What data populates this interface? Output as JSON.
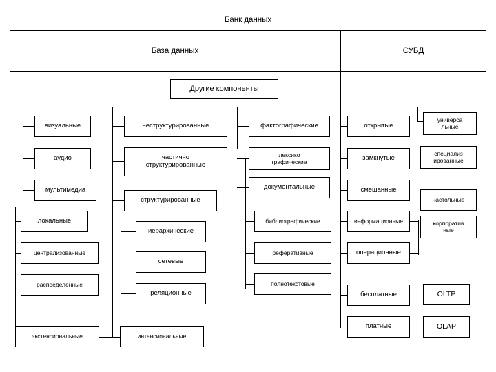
{
  "diagram": {
    "title": "Банк данных",
    "branches": {
      "database": "База данных",
      "dbms": "СУБД"
    },
    "other_components": "Другие компоненты",
    "nodes": {
      "visual": "визуальные",
      "audio": "аудио",
      "multimedia": "мультимедиа",
      "local": "локальные",
      "centralized": "централизованные",
      "distributed": "распределенные",
      "extensional": "экстенсиональные",
      "unstructured": "неструктурированные",
      "semi_structured": "частично\nструктурированные",
      "structured": "структурированные",
      "hierarchical": "иерархические",
      "network": "сетевые",
      "relational": "реляционные",
      "intensional": "интенсиональные",
      "factographic": "фактографические",
      "lexico_graphic": "лексико\nграфические",
      "documentary": "документальные",
      "bibliographic": "библиографические",
      "abstract": "реферативные",
      "fulltext": "полнотекстовые",
      "open": "открытые",
      "closed": "замкнутые",
      "mixed": "смешанные",
      "informational": "информационные",
      "operational": "операционные",
      "free": "бесплатные",
      "paid": "платные",
      "universal": "универса\nльные",
      "specialized": "специализ\nированные",
      "desktop": "настольные",
      "corporate": "корпоратив\nные",
      "oltp": "OLTP",
      "olap": "OLAP"
    }
  }
}
